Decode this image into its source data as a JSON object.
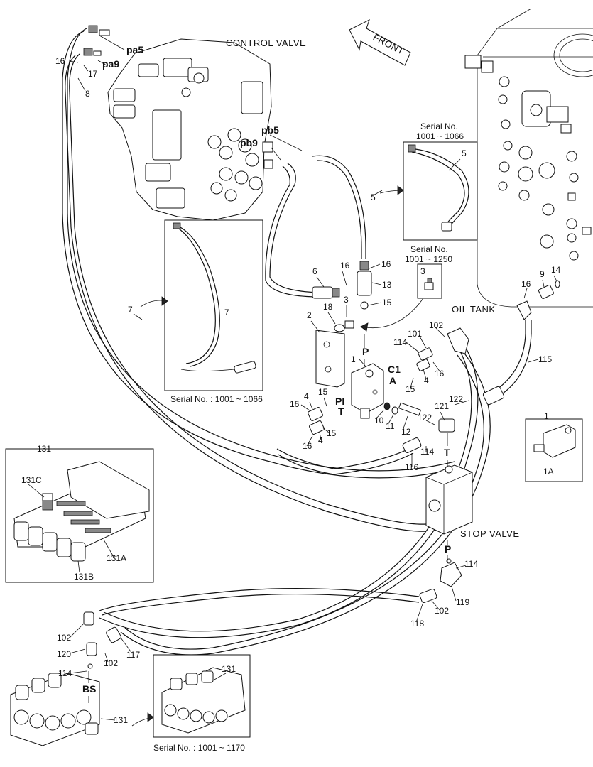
{
  "titles": {
    "control_valve": "CONTROL VALVE",
    "oil_tank": "OIL TANK",
    "stop_valve": "STOP VALVE",
    "front": "FRONT"
  },
  "captions": {
    "serial_1066_a": "Serial No.",
    "serial_1066_b": "1001 ~ 1066",
    "serial_1250_a": "Serial No.",
    "serial_1250_b": "1001 ~ 1250",
    "serial_inset7": "Serial No. : 1001 ~ 1066",
    "serial_inset131": "Serial No. : 1001 ~ 1170"
  },
  "port_labels": {
    "pa5": "pa5",
    "pa9": "pa9",
    "pb5": "pb5",
    "pb9": "pb9",
    "P": "P",
    "P2": "P",
    "C1": "C1",
    "A": "A",
    "PI": "PI",
    "T": "T",
    "T2": "T",
    "BS": "BS"
  },
  "part_numbers": {
    "n16a": "16",
    "n17": "17",
    "n8": "8",
    "n5": "5",
    "n5b": "5",
    "n6": "6",
    "n16b": "16",
    "n16c": "16",
    "n13": "13",
    "n15a": "15",
    "n3": "3",
    "n18": "18",
    "n3b": "3",
    "n2": "2",
    "n1": "1",
    "n1b": "1",
    "n1A": "1A",
    "n114a": "114",
    "n101": "101",
    "n102a": "102",
    "n16d": "16",
    "n15b": "15",
    "n4a": "4",
    "n16e": "16",
    "n4b": "4",
    "n15c": "15",
    "n15d": "15",
    "n4c": "4",
    "n16f": "16",
    "n10": "10",
    "n11": "11",
    "n12": "12",
    "n122a": "122",
    "n122b": "122",
    "n121": "121",
    "n114b": "114",
    "n116": "116",
    "n115": "115",
    "n16g": "16",
    "n9": "9",
    "n14": "14",
    "n7a": "7",
    "n7b": "7",
    "n131": "131",
    "n131C": "131C",
    "n131A": "131A",
    "n131B": "131B",
    "n114c": "114",
    "n119": "119",
    "n102b": "102",
    "n118": "118",
    "n102c": "102",
    "n120": "120",
    "n102d": "102",
    "n117": "117",
    "n114d": "114",
    "n131b": "131",
    "n131c": "131"
  }
}
